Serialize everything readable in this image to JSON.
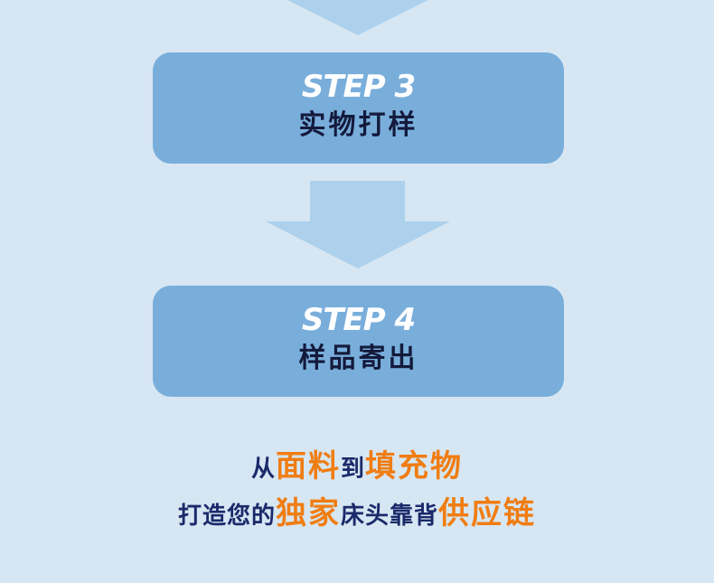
{
  "colors": {
    "background": "#d6e6f3",
    "step_box": "#79aedb",
    "arrow": "#add1ec",
    "step_label": "#ffffff",
    "step_title": "#141a3c",
    "tagline_navy": "#1a2a6a",
    "tagline_orange": "#f07d12"
  },
  "steps": [
    {
      "label": "STEP 3",
      "title": "实物打样"
    },
    {
      "label": "STEP 4",
      "title": "样品寄出"
    }
  ],
  "tagline": {
    "line1": [
      {
        "text": "从",
        "accent": false
      },
      {
        "text": "面料",
        "accent": true
      },
      {
        "text": "到",
        "accent": false
      },
      {
        "text": "填充物",
        "accent": true
      }
    ],
    "line2": [
      {
        "text": "打造您的",
        "accent": false
      },
      {
        "text": "独家",
        "accent": true
      },
      {
        "text": "床头靠背",
        "accent": false
      },
      {
        "text": "供应链",
        "accent": true
      }
    ]
  }
}
